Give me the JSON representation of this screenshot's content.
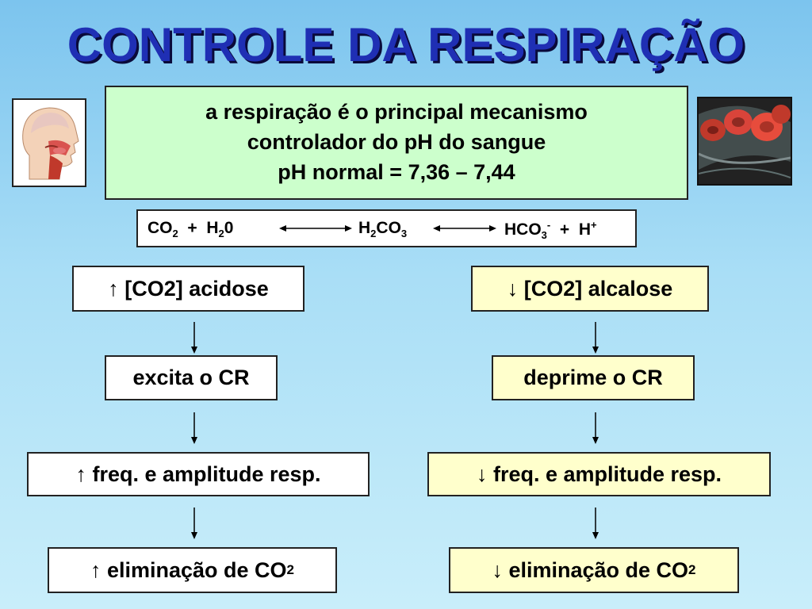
{
  "slide": {
    "title": "CONTROLE DA RESPIRAÇÃO",
    "info_lines": [
      "a respiração é o principal mecanismo",
      "controlador do pH do sangue",
      "pH normal = 7,36 – 7,44"
    ],
    "equation": {
      "left": {
        "co": "CO",
        "co_sub": "2",
        "plus": "+",
        "h": "H",
        "h_sub": "2",
        "zero": "0"
      },
      "middle": {
        "h": "H",
        "h_sub": "2",
        "co": "CO",
        "co_sub": "3"
      },
      "right": {
        "hco": "HCO",
        "hco_sub": "3",
        "hco_sup": "-",
        "plus": "+",
        "h": "H",
        "h_sup": "+"
      }
    },
    "left_column": {
      "step1": "↑ [CO2] acidose",
      "step2": "excita o CR",
      "step3": "↑ freq. e amplitude resp.",
      "step4_text": "↑ eliminação de CO",
      "step4_sub": "2"
    },
    "right_column": {
      "step1": "↓ [CO2] alcalose",
      "step2": "deprime o CR",
      "step3": "↓ freq. e amplitude resp.",
      "step4_text": "↓ eliminação de CO",
      "step4_sub": "2"
    },
    "colors": {
      "title": "#1f2fb4",
      "info_box": "#ccffcc",
      "right_nodes": "#ffffcc",
      "left_nodes": "#ffffff"
    }
  }
}
